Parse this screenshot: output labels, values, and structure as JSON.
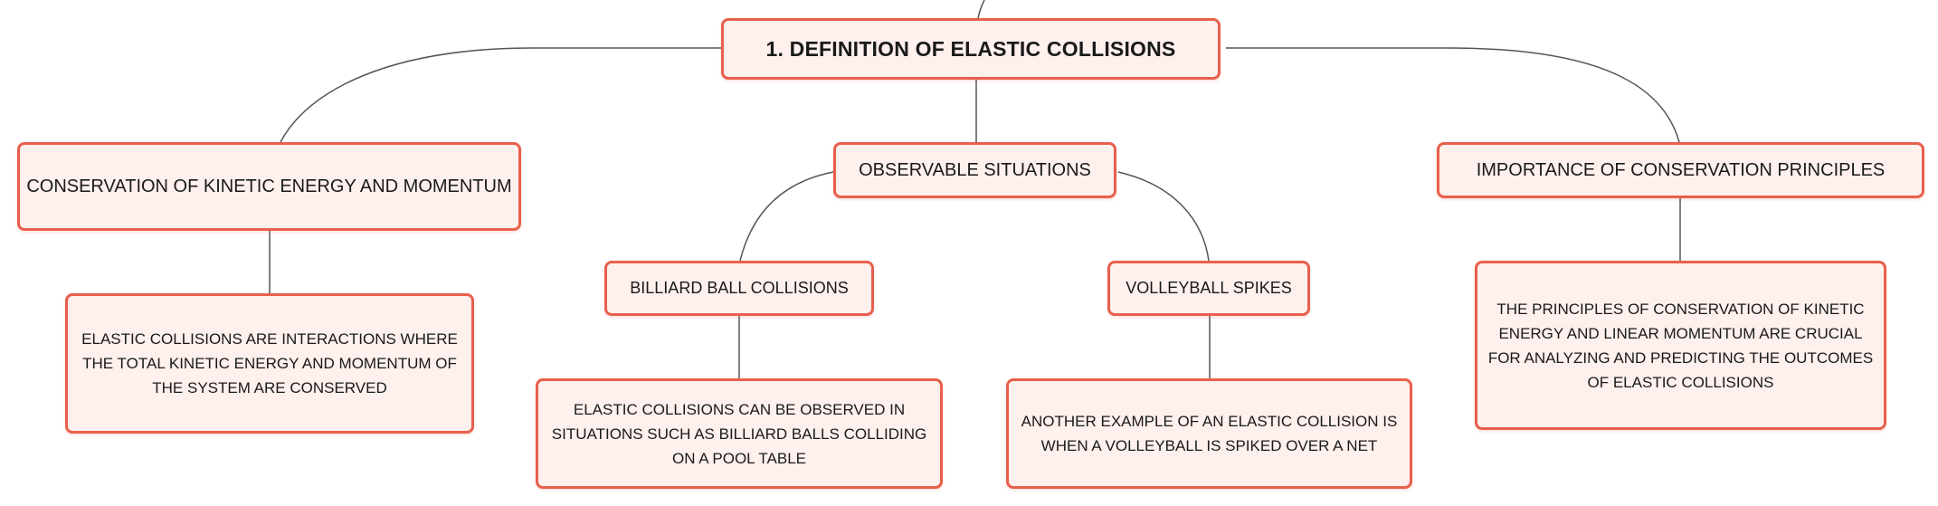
{
  "mindmap": {
    "root": {
      "label": "1. DEFINITION OF ELASTIC COLLISIONS"
    },
    "branches": [
      {
        "label": "CONSERVATION OF KINETIC ENERGY AND MOMENTUM",
        "detail": "ELASTIC COLLISIONS ARE INTERACTIONS WHERE THE TOTAL KINETIC ENERGY AND MOMENTUM OF THE SYSTEM ARE CONSERVED"
      },
      {
        "label": "OBSERVABLE SITUATIONS",
        "children": [
          {
            "label": "BILLIARD BALL COLLISIONS",
            "detail": "ELASTIC COLLISIONS CAN BE OBSERVED IN SITUATIONS SUCH AS BILLIARD BALLS COLLIDING ON A POOL TABLE"
          },
          {
            "label": "VOLLEYBALL SPIKES",
            "detail": "ANOTHER EXAMPLE OF AN ELASTIC COLLISION IS WHEN A VOLLEYBALL IS SPIKED OVER A NET"
          }
        ]
      },
      {
        "label": "IMPORTANCE OF CONSERVATION PRINCIPLES",
        "detail": "THE PRINCIPLES OF CONSERVATION OF KINETIC ENERGY AND LINEAR MOMENTUM ARE CRUCIAL FOR ANALYZING AND PREDICTING THE OUTCOMES OF ELASTIC COLLISIONS"
      }
    ]
  },
  "colors": {
    "node_border": "#e8604c",
    "node_fill": "#fdf0ed",
    "connector": "#555555"
  }
}
